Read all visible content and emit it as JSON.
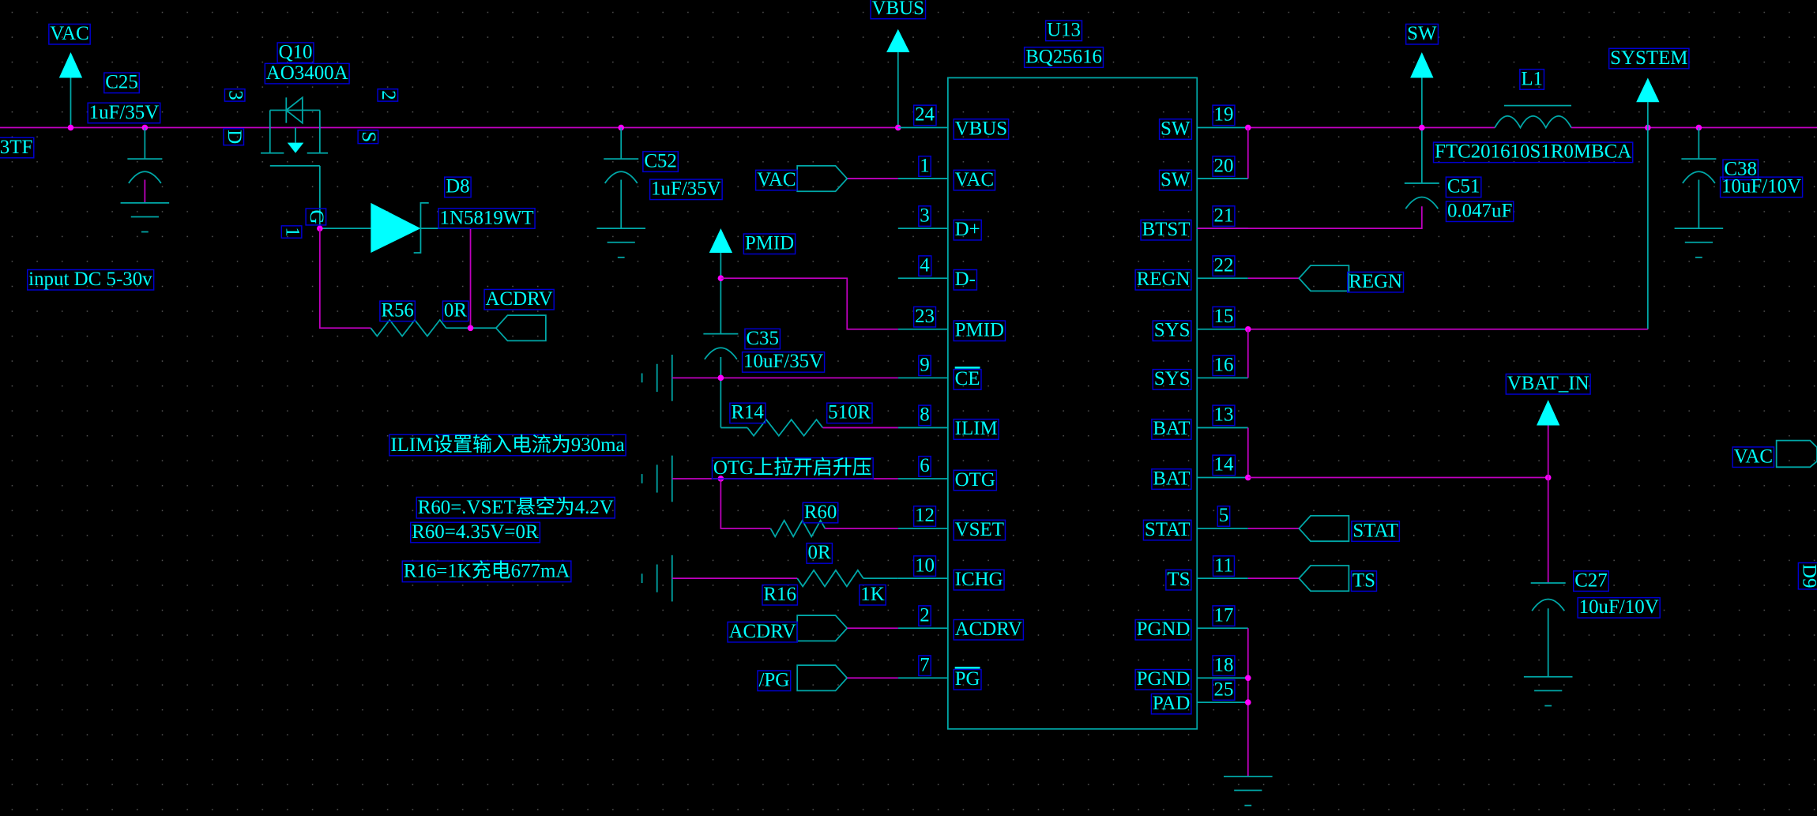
{
  "nets": {
    "vac": "VAC",
    "vbus": "VBUS",
    "pmid": "PMID",
    "sw": "SW",
    "system": "SYSTEM",
    "vbat_in": "VBAT_IN"
  },
  "ports": {
    "vac_in": "VAC",
    "acdrv_gate": "ACDRV",
    "acdrv": "ACDRV",
    "pg": "/PG",
    "regn": "REGN",
    "stat": "STAT",
    "ts": "TS",
    "vac_right": "VAC"
  },
  "components": {
    "c25": {
      "ref": "C25",
      "value": "1uF/35V"
    },
    "q10": {
      "ref": "Q10",
      "value": "AO3400A",
      "pin3": "3",
      "pin2": "2",
      "pin_d": "D",
      "pin_s": "S",
      "pin_g": "G",
      "pin1": "1"
    },
    "d8": {
      "ref": "D8",
      "value": "1N5819WT"
    },
    "r56": {
      "ref": "R56",
      "value": "0R"
    },
    "c52": {
      "ref": "C52",
      "value": "1uF/35V"
    },
    "c35": {
      "ref": "C35",
      "value": "10uF/35V"
    },
    "r14": {
      "ref": "R14",
      "value": "510R"
    },
    "r60": {
      "ref": "R60",
      "value": "0R"
    },
    "r16": {
      "ref": "R16",
      "value": "1K"
    },
    "u13": {
      "ref": "U13",
      "value": "BQ25616"
    },
    "l1": {
      "ref": "L1",
      "value": "FTC201610S1R0MBCA"
    },
    "c51": {
      "ref": "C51",
      "value": "0.047uF"
    },
    "c38": {
      "ref": "C38",
      "value": "10uF/10V"
    },
    "c27": {
      "ref": "C27",
      "value": "10uF/10V"
    },
    "d9": {
      "ref": "D9"
    }
  },
  "ic_pins_left": [
    {
      "num": "24",
      "name": "VBUS"
    },
    {
      "num": "1",
      "name": "VAC"
    },
    {
      "num": "3",
      "name": "D+"
    },
    {
      "num": "4",
      "name": "D-"
    },
    {
      "num": "23",
      "name": "PMID"
    },
    {
      "num": "9",
      "name": "CE",
      "overbar": true
    },
    {
      "num": "8",
      "name": "ILIM"
    },
    {
      "num": "6",
      "name": "OTG"
    },
    {
      "num": "12",
      "name": "VSET"
    },
    {
      "num": "10",
      "name": "ICHG"
    },
    {
      "num": "2",
      "name": "ACDRV"
    },
    {
      "num": "7",
      "name": "PG",
      "overbar": true
    }
  ],
  "ic_pins_right": [
    {
      "num": "19",
      "name": "SW"
    },
    {
      "num": "20",
      "name": "SW"
    },
    {
      "num": "21",
      "name": "BTST"
    },
    {
      "num": "22",
      "name": "REGN"
    },
    {
      "num": "15",
      "name": "SYS"
    },
    {
      "num": "16",
      "name": "SYS"
    },
    {
      "num": "13",
      "name": "BAT"
    },
    {
      "num": "14",
      "name": "BAT"
    },
    {
      "num": "5",
      "name": "STAT"
    },
    {
      "num": "11",
      "name": "TS"
    },
    {
      "num": "17",
      "name": "PGND"
    },
    {
      "num": "18",
      "name": "PGND"
    },
    {
      "num": "25",
      "name": "PAD"
    }
  ],
  "notes": {
    "input": "input DC 5-30v",
    "ilim": "ILIM设置输入电流为930ma",
    "otg": "OTG上拉开启升压",
    "vset1": "R60=.VSET悬空为4.2V",
    "vset2": "R60=4.35V=0R",
    "ichg": "R16=1K充电677mA",
    "left_edge": "3TF"
  },
  "colors": {
    "background": "#000000",
    "component": "#00a8a8",
    "wire": "#c000c0",
    "text": "#00ffff",
    "junction": "#ff00ff"
  }
}
